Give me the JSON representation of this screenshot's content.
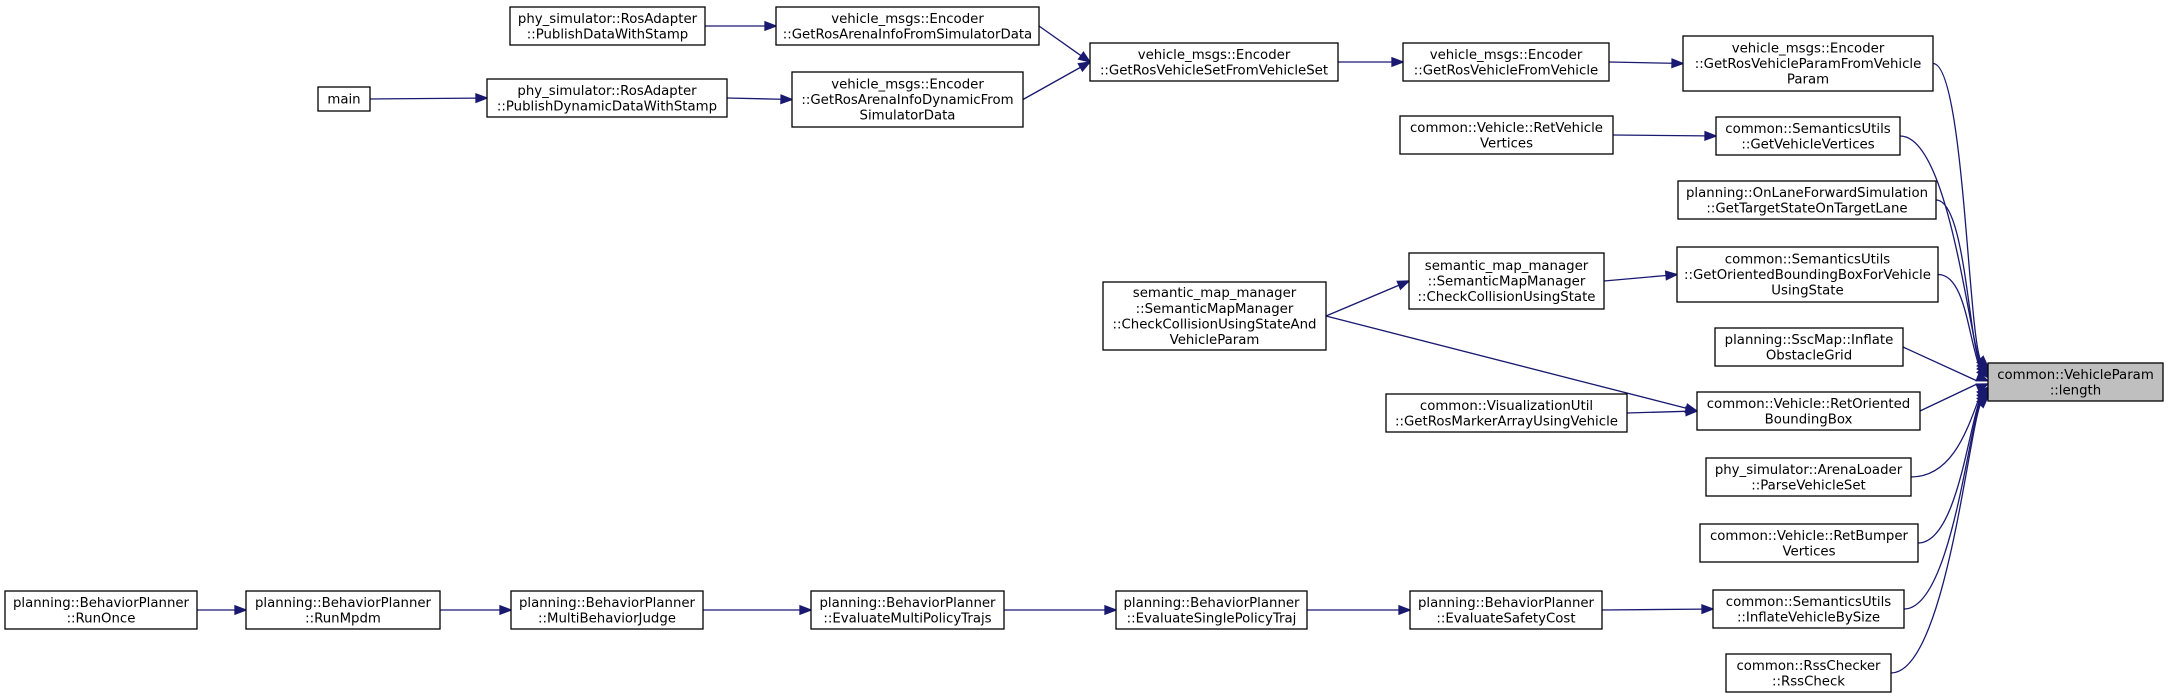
{
  "nodes": [
    {
      "id": "target",
      "lines": [
        "common::VehicleParam",
        "::length"
      ]
    },
    {
      "id": "n1",
      "lines": [
        "vehicle_msgs::Encoder",
        "::GetRosVehicleParamFromVehicle",
        "Param"
      ]
    },
    {
      "id": "n2",
      "lines": [
        "common::SemanticsUtils",
        "::GetVehicleVertices"
      ]
    },
    {
      "id": "n3",
      "lines": [
        "planning::OnLaneForwardSimulation",
        "::GetTargetStateOnTargetLane"
      ]
    },
    {
      "id": "n4",
      "lines": [
        "common::SemanticsUtils",
        "::GetOrientedBoundingBoxForVehicle",
        "UsingState"
      ]
    },
    {
      "id": "n5",
      "lines": [
        "planning::SscMap::Inflate",
        "ObstacleGrid"
      ]
    },
    {
      "id": "n6",
      "lines": [
        "common::Vehicle::RetOriented",
        "BoundingBox"
      ]
    },
    {
      "id": "n7",
      "lines": [
        "phy_simulator::ArenaLoader",
        "::ParseVehicleSet"
      ]
    },
    {
      "id": "n8",
      "lines": [
        "common::Vehicle::RetBumper",
        "Vertices"
      ]
    },
    {
      "id": "n9",
      "lines": [
        "common::SemanticsUtils",
        "::InflateVehicleBySize"
      ]
    },
    {
      "id": "n10",
      "lines": [
        "common::RssChecker",
        "::RssCheck"
      ]
    },
    {
      "id": "n11",
      "lines": [
        "vehicle_msgs::Encoder",
        "::GetRosVehicleFromVehicle"
      ]
    },
    {
      "id": "n12",
      "lines": [
        "common::Vehicle::RetVehicle",
        "Vertices"
      ]
    },
    {
      "id": "n13",
      "lines": [
        "semantic_map_manager",
        "::SemanticMapManager",
        "::CheckCollisionUsingState"
      ]
    },
    {
      "id": "n14",
      "lines": [
        "semantic_map_manager",
        "::SemanticMapManager",
        "::CheckCollisionUsingStateAnd",
        "VehicleParam"
      ]
    },
    {
      "id": "n15",
      "lines": [
        "common::VisualizationUtil",
        "::GetRosMarkerArrayUsingVehicle"
      ]
    },
    {
      "id": "n16",
      "lines": [
        "planning::BehaviorPlanner",
        "::EvaluateSafetyCost"
      ]
    },
    {
      "id": "n17",
      "lines": [
        "planning::BehaviorPlanner",
        "::EvaluateSinglePolicyTraj"
      ]
    },
    {
      "id": "n18",
      "lines": [
        "planning::BehaviorPlanner",
        "::EvaluateMultiPolicyTrajs"
      ]
    },
    {
      "id": "n19",
      "lines": [
        "planning::BehaviorPlanner",
        "::MultiBehaviorJudge"
      ]
    },
    {
      "id": "n20",
      "lines": [
        "planning::BehaviorPlanner",
        "::RunMpdm"
      ]
    },
    {
      "id": "n21",
      "lines": [
        "planning::BehaviorPlanner",
        "::RunOnce"
      ]
    },
    {
      "id": "n22",
      "lines": [
        "vehicle_msgs::Encoder",
        "::GetRosVehicleSetFromVehicleSet"
      ]
    },
    {
      "id": "n23",
      "lines": [
        "vehicle_msgs::Encoder",
        "::GetRosArenaInfoFromSimulatorData"
      ]
    },
    {
      "id": "n24",
      "lines": [
        "vehicle_msgs::Encoder",
        "::GetRosArenaInfoDynamicFrom",
        "SimulatorData"
      ]
    },
    {
      "id": "n25",
      "lines": [
        "phy_simulator::RosAdapter",
        "::PublishDataWithStamp"
      ]
    },
    {
      "id": "n26",
      "lines": [
        "phy_simulator::RosAdapter",
        "::PublishDynamicDataWithStamp"
      ]
    },
    {
      "id": "n27",
      "lines": [
        "main"
      ]
    }
  ],
  "edges": [
    {
      "from": "n1",
      "to": "target"
    },
    {
      "from": "n2",
      "to": "target"
    },
    {
      "from": "n3",
      "to": "target"
    },
    {
      "from": "n4",
      "to": "target"
    },
    {
      "from": "n5",
      "to": "target"
    },
    {
      "from": "n6",
      "to": "target"
    },
    {
      "from": "n7",
      "to": "target"
    },
    {
      "from": "n8",
      "to": "target"
    },
    {
      "from": "n9",
      "to": "target"
    },
    {
      "from": "n10",
      "to": "target"
    },
    {
      "from": "n11",
      "to": "n1"
    },
    {
      "from": "n12",
      "to": "n2"
    },
    {
      "from": "n13",
      "to": "n4"
    },
    {
      "from": "n14",
      "to": "n13"
    },
    {
      "from": "n14",
      "to": "n6"
    },
    {
      "from": "n15",
      "to": "n6"
    },
    {
      "from": "n16",
      "to": "n9"
    },
    {
      "from": "n17",
      "to": "n16"
    },
    {
      "from": "n18",
      "to": "n17"
    },
    {
      "from": "n19",
      "to": "n18"
    },
    {
      "from": "n20",
      "to": "n19"
    },
    {
      "from": "n21",
      "to": "n20"
    },
    {
      "from": "n22",
      "to": "n11"
    },
    {
      "from": "n23",
      "to": "n22"
    },
    {
      "from": "n24",
      "to": "n22"
    },
    {
      "from": "n25",
      "to": "n23"
    },
    {
      "from": "n26",
      "to": "n24"
    },
    {
      "from": "n27",
      "to": "n26"
    }
  ]
}
